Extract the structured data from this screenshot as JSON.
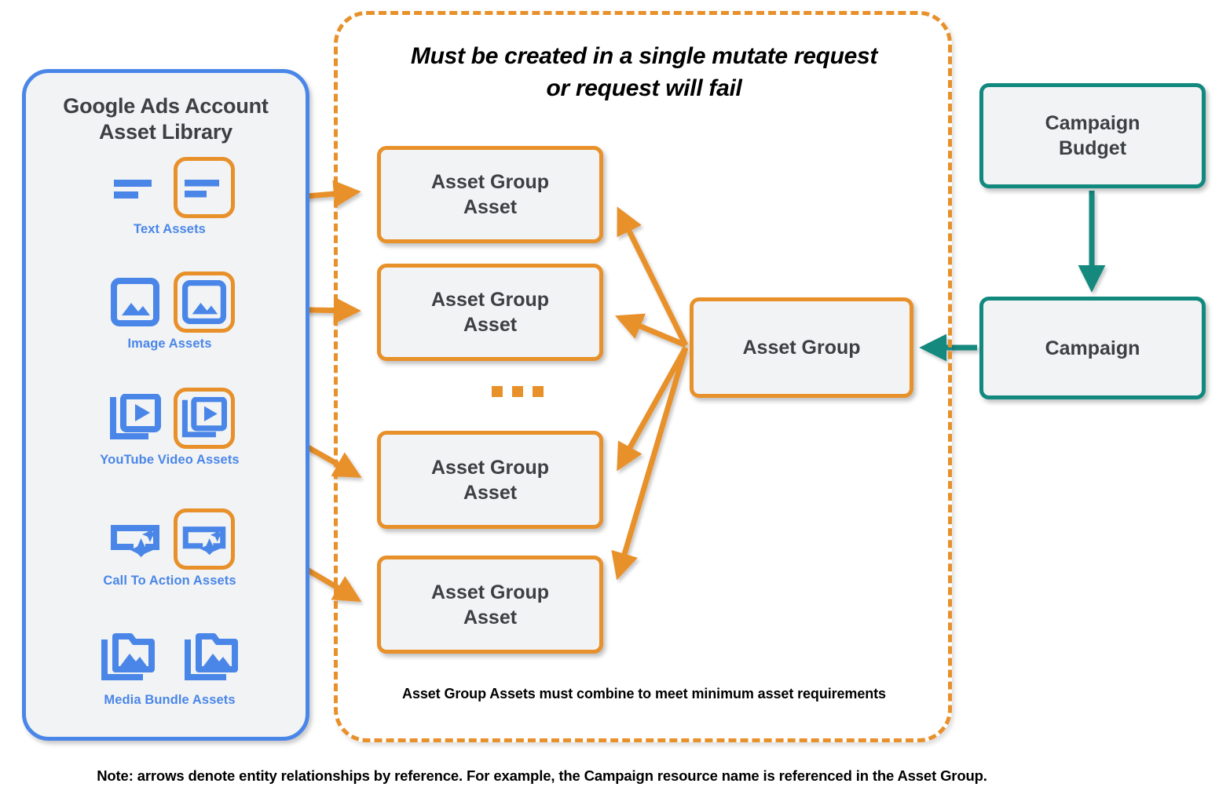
{
  "colors": {
    "orange": "#e8902a",
    "blue": "#4a86e8",
    "teal": "#12897f",
    "node_fill": "#f1f3f4",
    "node_text": "#3c4043"
  },
  "library": {
    "title_line1": "Google Ads Account",
    "title_line2": "Asset Library",
    "rows": [
      {
        "label": "Text Assets",
        "icon": "text-lines-icon",
        "highlighted": true
      },
      {
        "label": "Image Assets",
        "icon": "image-picture-icon",
        "highlighted": true
      },
      {
        "label": "YouTube Video  Assets",
        "icon": "video-play-stack-icon",
        "highlighted": true
      },
      {
        "label": "Call To Action Assets",
        "icon": "call-to-action-sparkle-icon",
        "highlighted": true
      },
      {
        "label": "Media Bundle  Assets",
        "icon": "media-bundle-folder-icon",
        "highlighted": false
      }
    ]
  },
  "mutate": {
    "title_line1": "Must be created in a single mutate request",
    "title_line2": "or request will fail",
    "footnote": "Asset Group Assets must combine to meet minimum asset requirements"
  },
  "nodes": {
    "asset_group_asset_1": "Asset Group\nAsset",
    "asset_group_asset_2": "Asset Group\nAsset",
    "asset_group_asset_3": "Asset Group\nAsset",
    "asset_group_asset_4": "Asset Group\nAsset",
    "asset_group": "Asset Group",
    "campaign_budget": "Campaign\nBudget",
    "campaign": "Campaign"
  },
  "ellipsis": "...",
  "bottom_note": "Note: arrows denote entity relationships by reference. For example, the Campaign resource name is referenced in the Asset Group."
}
